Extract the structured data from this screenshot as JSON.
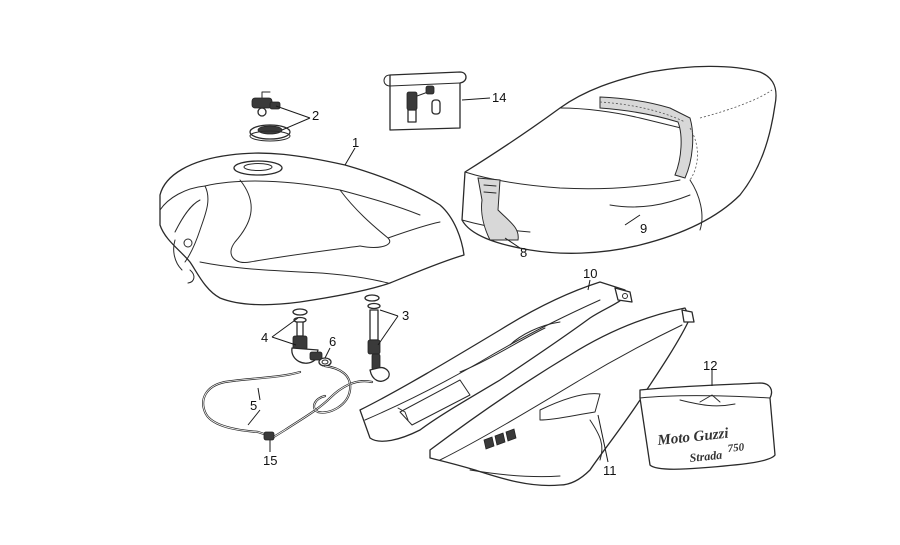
{
  "callouts": [
    {
      "id": "1",
      "label": "1"
    },
    {
      "id": "2",
      "label": "2"
    },
    {
      "id": "3",
      "label": "3"
    },
    {
      "id": "4",
      "label": "4"
    },
    {
      "id": "5",
      "label": "5"
    },
    {
      "id": "6",
      "label": "6"
    },
    {
      "id": "8",
      "label": "8"
    },
    {
      "id": "9",
      "label": "9"
    },
    {
      "id": "10",
      "label": "10"
    },
    {
      "id": "11",
      "label": "11"
    },
    {
      "id": "12",
      "label": "12"
    },
    {
      "id": "14",
      "label": "14"
    },
    {
      "id": "15",
      "label": "15"
    }
  ],
  "decal": {
    "brand": "Moto Guzzi",
    "model": "Strada",
    "number": "750"
  },
  "colors": {
    "line": "#2a2a2a",
    "background": "#ffffff"
  }
}
